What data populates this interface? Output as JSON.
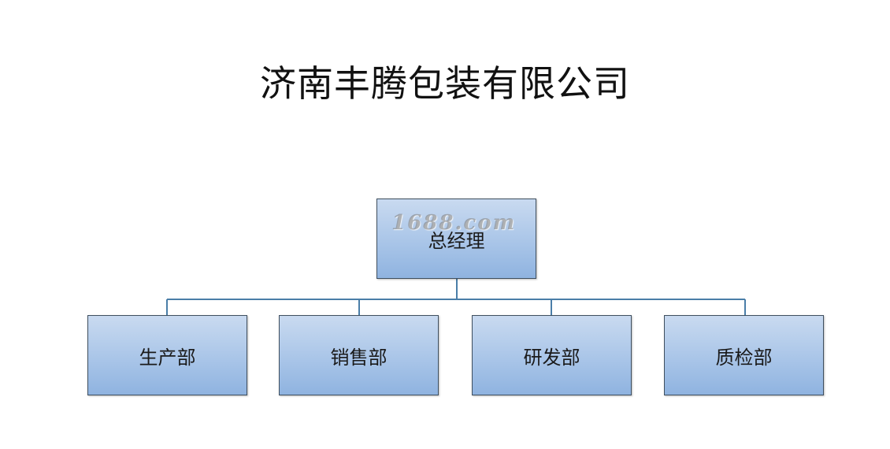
{
  "title": "济南丰腾包装有限公司",
  "org_chart": {
    "root": {
      "label": "总经理"
    },
    "children": [
      {
        "label": "生产部"
      },
      {
        "label": "销售部"
      },
      {
        "label": "研发部"
      },
      {
        "label": "质检部"
      }
    ]
  },
  "watermark": "1688.com",
  "colors": {
    "node_fill": "#a9c5e8",
    "node_border": "#3f4f5f",
    "connector": "#4a7ea8"
  }
}
